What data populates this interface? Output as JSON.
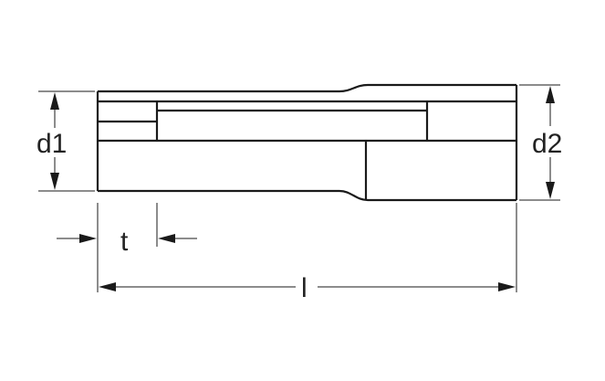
{
  "dimensions": {
    "d1": "d1",
    "d2": "d2",
    "t": "t",
    "l": "l"
  },
  "colors": {
    "line": "#1a1a1a",
    "background": "#ffffff"
  }
}
